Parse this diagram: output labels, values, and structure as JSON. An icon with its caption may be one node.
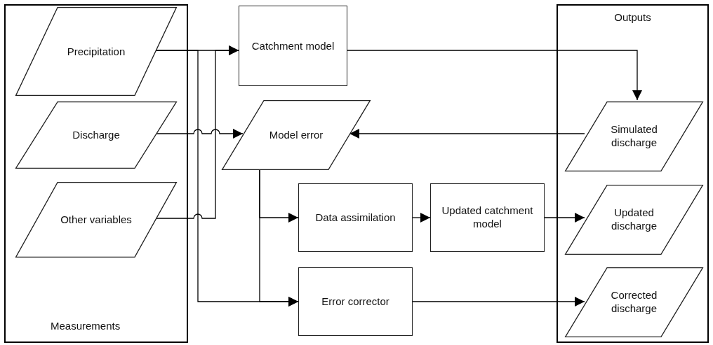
{
  "diagram": {
    "nodes": [
      {
        "text": [
          "Measurements"
        ]
      },
      {
        "text": [
          "Precipitation"
        ],
        "in": 0
      },
      {
        "text": [
          "Discharge"
        ],
        "in": 0
      },
      {
        "text": [
          "Other variables"
        ],
        "in": 0
      },
      {
        "text": [
          "Catchment model"
        ]
      },
      {
        "text": [
          "Model error"
        ]
      },
      {
        "text": [
          "Data assimilation"
        ]
      },
      {
        "text": [
          "Updated catchment model"
        ]
      },
      {
        "text": [
          "Error corrector"
        ]
      },
      {
        "text": [
          "Outputs"
        ]
      },
      {
        "text": [
          "Simulated discharge"
        ],
        "in": 9
      },
      {
        "text": [
          "Updated discharge"
        ],
        "in": 9
      },
      {
        "text": [
          "Corrected discharge"
        ],
        "in": 9
      }
    ],
    "edges": [
      {
        "from": 1,
        "to": 4,
        "arrow": "to"
      },
      {
        "from": 1,
        "to": 8,
        "arrow": "to"
      },
      {
        "from": 3,
        "to": 4,
        "arrow": "to"
      },
      {
        "from": 2,
        "to": 5,
        "arrow": "to"
      },
      {
        "from": 4,
        "to": 10,
        "arrow": "to"
      },
      {
        "from": 10,
        "to": 5,
        "arrow": "to"
      },
      {
        "from": 5,
        "to": 6,
        "arrow": "to"
      },
      {
        "from": 5,
        "to": 8,
        "arrow": "to"
      },
      {
        "from": 6,
        "to": 7,
        "arrow": "to"
      },
      {
        "from": 7,
        "to": 11,
        "arrow": "to"
      },
      {
        "from": 8,
        "to": 12,
        "arrow": "to"
      }
    ]
  }
}
